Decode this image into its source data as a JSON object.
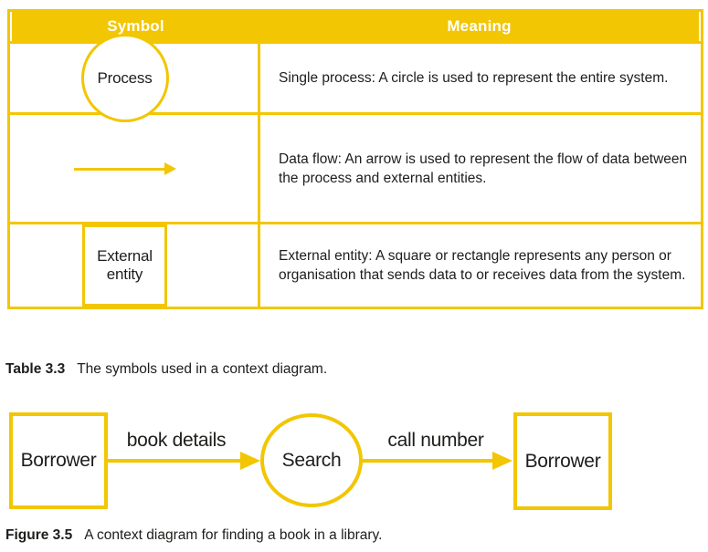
{
  "colors": {
    "accent_yellow": "#F2C602",
    "header_text": "#FFFFFF",
    "body_text": "#1D1D1B"
  },
  "table": {
    "headers": [
      {
        "label": "Symbol"
      },
      {
        "label": "Meaning"
      }
    ],
    "rows": [
      {
        "symbol_type": "circle",
        "symbol_label": "Process",
        "meaning": "Single process: A circle is used to represent the entire system."
      },
      {
        "symbol_type": "arrow",
        "symbol_label": "",
        "meaning": "Data flow: An arrow is used to represent the flow of data between the process and external entities."
      },
      {
        "symbol_type": "rectangle",
        "symbol_label": "External entity",
        "meaning": "External entity: A square or rectangle represents any person or organisation that sends data to or receives data from the system."
      }
    ],
    "caption_bold": "Table 3.3",
    "caption_text": "The symbols used in a context diagram."
  },
  "figure": {
    "nodes": [
      {
        "type": "rectangle",
        "label": "Borrower"
      },
      {
        "type": "circle",
        "label": "Search"
      },
      {
        "type": "rectangle",
        "label": "Borrower"
      }
    ],
    "flows": [
      {
        "label": "book details"
      },
      {
        "label": "call number"
      }
    ],
    "caption_bold": "Figure 3.5",
    "caption_text": "A context diagram for finding a book in a library."
  }
}
